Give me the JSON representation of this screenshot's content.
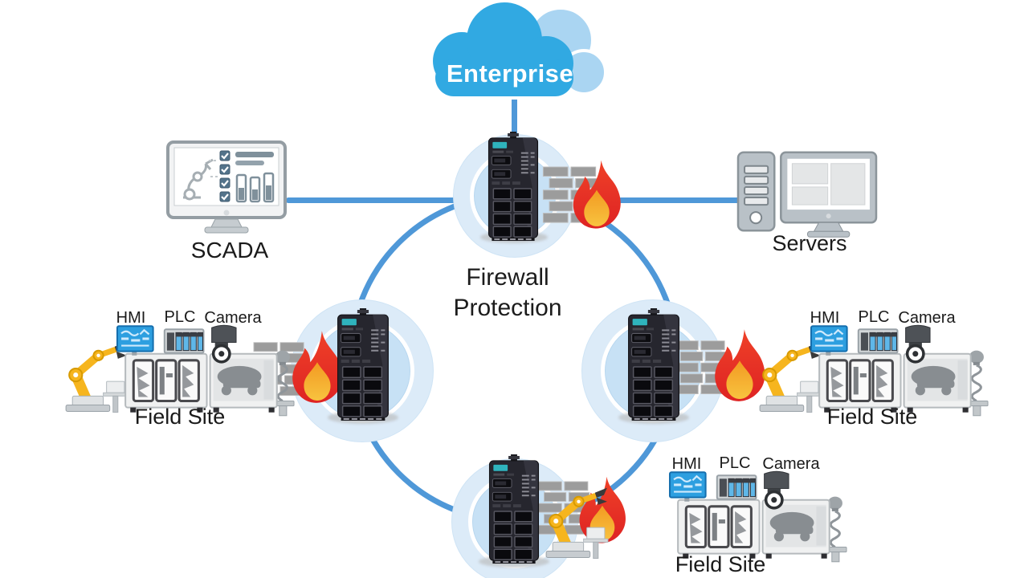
{
  "diagram": {
    "cloud": {
      "label": "Enterprise"
    },
    "center_title": {
      "line1": "Firewall",
      "line2": "Protection"
    },
    "scada": {
      "label": "SCADA"
    },
    "servers": {
      "label": "Servers"
    },
    "field_sites": [
      {
        "position": "left",
        "hmi_label": "HMI",
        "plc_label": "PLC",
        "camera_label": "Camera",
        "site_label": "Field Site"
      },
      {
        "position": "right",
        "hmi_label": "HMI",
        "plc_label": "PLC",
        "camera_label": "Camera",
        "site_label": "Field Site"
      },
      {
        "position": "bottom",
        "hmi_label": "HMI",
        "plc_label": "PLC",
        "camera_label": "Camera",
        "site_label": "Field Site"
      }
    ],
    "icons": [
      "enterprise-cloud-icon",
      "scada-monitor-icon",
      "servers-icon",
      "firewall-device-icon",
      "brick-wall-icon",
      "flame-icon",
      "robot-arm-icon",
      "factory-machines-icon",
      "ring-network-circle"
    ],
    "colors": {
      "ring_blue": "#4F98D8",
      "cloud_blue": "#31A9E2",
      "cloud_back_blue": "#AAD5F2",
      "node_fill": "#DCEBF8",
      "node_inner": "#C7E1F5",
      "flame_red": "#E8342B",
      "flame_orange": "#F5A02B",
      "brick_gray": "#9C9C9C",
      "robot_yellow": "#F6B51E",
      "device_teal": "#2FB4BD",
      "label_color": "#1A1A1A"
    }
  }
}
